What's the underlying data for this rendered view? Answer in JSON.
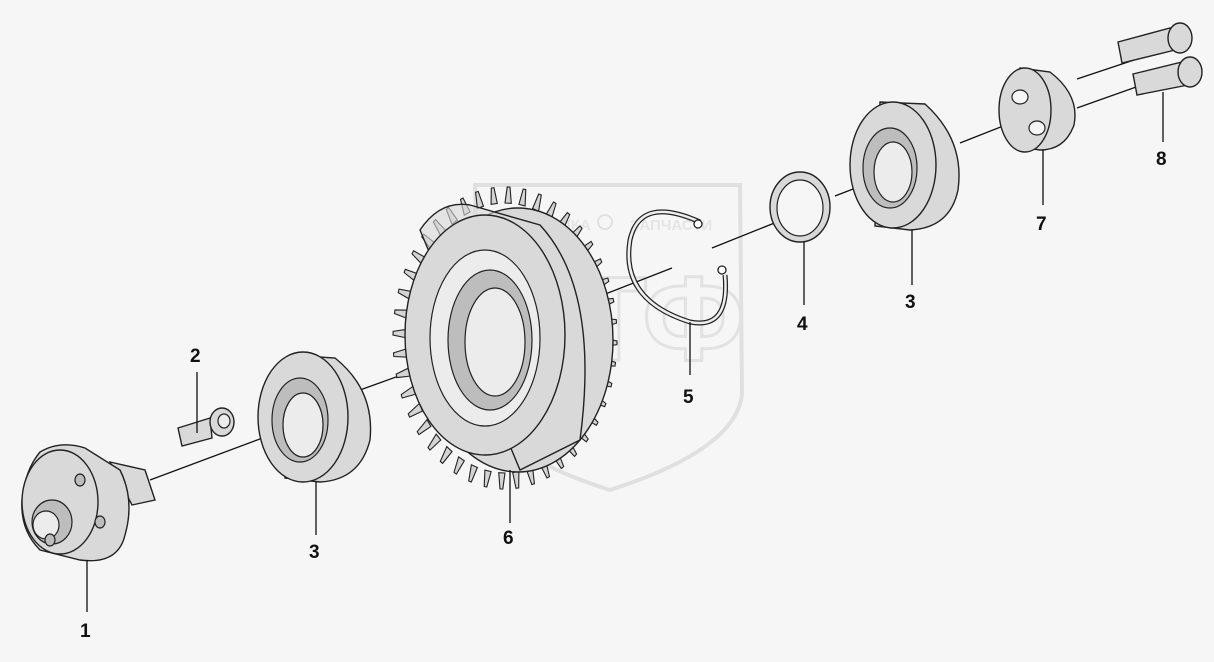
{
  "watermark": {
    "line1": "ТЕХНИКА",
    "line2": "ЗАПЧАСТИ",
    "logo": "СТФ"
  },
  "callouts": {
    "p1": "1",
    "p2": "2",
    "p3a": "3",
    "p3b": "3",
    "p4": "4",
    "p5": "5",
    "p6": "6",
    "p7": "7",
    "p8": "8"
  }
}
